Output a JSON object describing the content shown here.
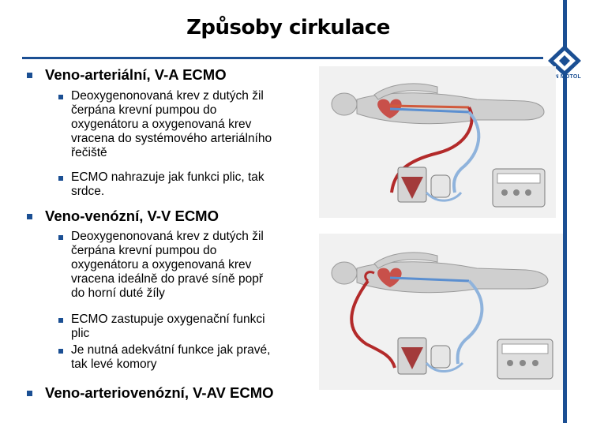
{
  "slide": {
    "title": "Způsoby cirkulace",
    "logo_text": "FN MOTOL",
    "colors": {
      "accent": "#1b4f93"
    }
  },
  "content": {
    "section1": {
      "heading": "Veno-arteriální, V-A ECMO",
      "items": [
        [
          "Deoxygenonovaná krev z dutých žil",
          "čerpána krevní pumpou do",
          "oxygenátoru a oxygenovaná krev",
          "vracena do systémového arteriálního",
          "řečiště"
        ],
        [
          "ECMO nahrazuje jak funkci plic, tak",
          "srdce."
        ]
      ]
    },
    "section2": {
      "heading": "Veno-venózní, V-V ECMO",
      "items": [
        [
          "Deoxygenonovaná krev z dutých žil",
          "čerpána krevní pumpou do",
          "oxygenátoru a oxygenovaná krev",
          "vracena ideálně do pravé síně popř",
          "do horní duté žíly"
        ],
        [
          "ECMO zastupuje oxygenační funkci",
          "plic"
        ],
        [
          "Je nutná adekvátní funkce jak pravé,",
          "tak levé komory"
        ]
      ]
    },
    "section3": {
      "heading": "Veno-arteriovenózní, V-AV ECMO"
    }
  },
  "figures": {
    "top": {
      "icon": "va-ecmo-illustration"
    },
    "bottom": {
      "icon": "vv-ecmo-illustration"
    }
  }
}
